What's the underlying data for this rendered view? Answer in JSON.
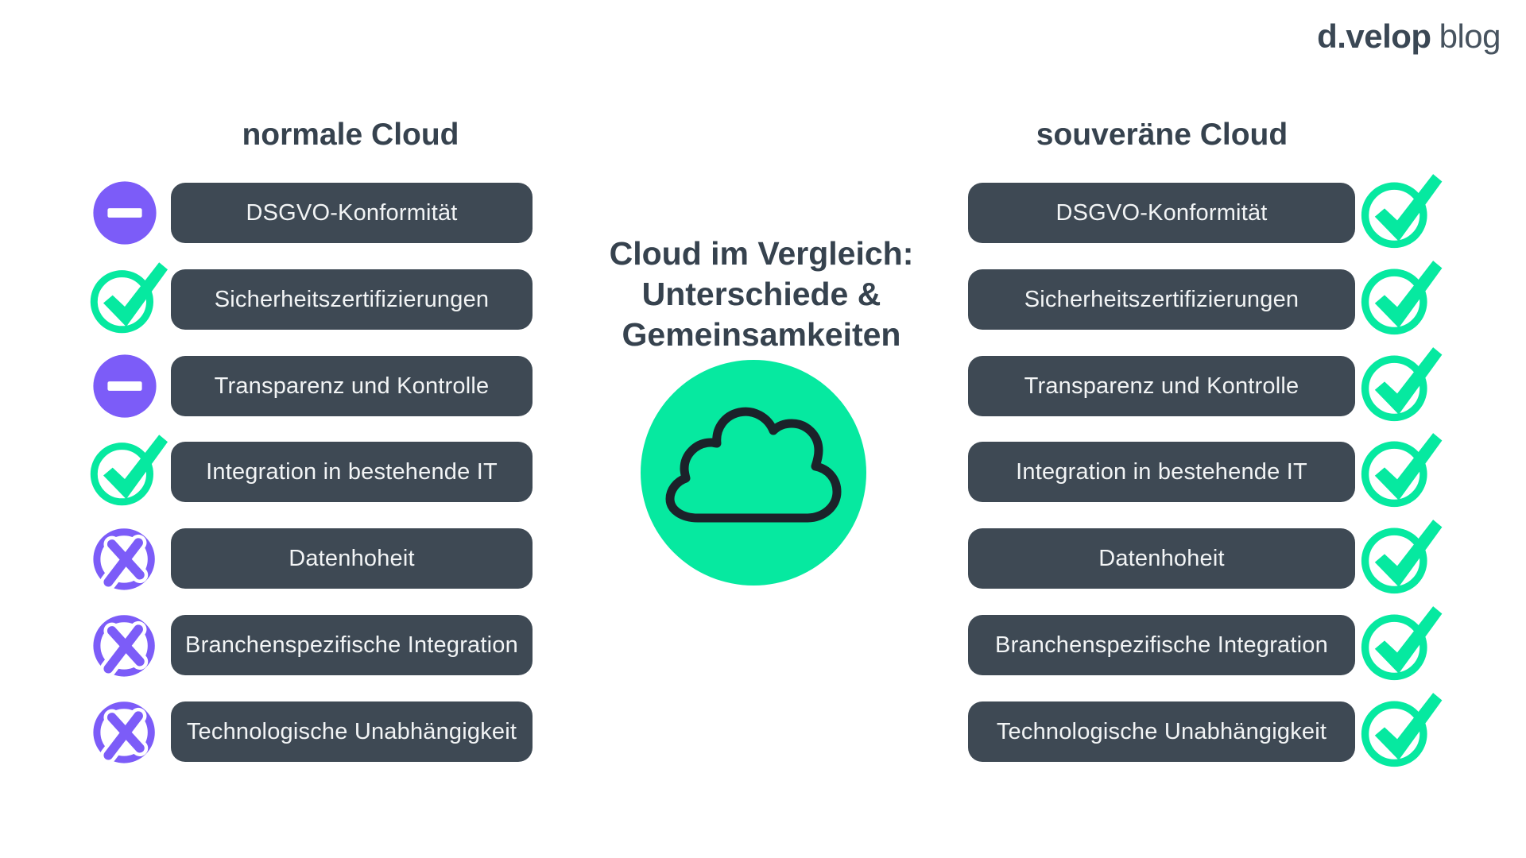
{
  "logo": {
    "brand": "d.velop",
    "suffix": "blog"
  },
  "title": {
    "lines": [
      "Cloud im Vergleich:",
      "Unterschiede &",
      "Gemeinsamkeiten"
    ]
  },
  "center_icon": "cloud-icon",
  "left_column": {
    "heading": "normale Cloud",
    "items": [
      {
        "label": "DSGVO-Konformität",
        "status": "minus"
      },
      {
        "label": "Sicherheitszertifizierungen",
        "status": "check"
      },
      {
        "label": "Transparenz und Kontrolle",
        "status": "minus"
      },
      {
        "label": "Integration in bestehende IT",
        "status": "check"
      },
      {
        "label": "Datenhoheit",
        "status": "cross"
      },
      {
        "label": "Branchenspezifische Integration",
        "status": "cross"
      },
      {
        "label": "Technologische Unabhängigkeit",
        "status": "cross"
      }
    ]
  },
  "right_column": {
    "heading": "souveräne Cloud",
    "items": [
      {
        "label": "DSGVO-Konformität",
        "status": "check"
      },
      {
        "label": "Sicherheitszertifizierungen",
        "status": "check"
      },
      {
        "label": "Transparenz und Kontrolle",
        "status": "check"
      },
      {
        "label": "Integration in bestehende IT",
        "status": "check"
      },
      {
        "label": "Datenhoheit",
        "status": "check"
      },
      {
        "label": "Branchenspezifische Integration",
        "status": "check"
      },
      {
        "label": "Technologische Unabhängigkeit",
        "status": "check"
      }
    ]
  },
  "colors": {
    "green": "#06E9A0",
    "purple": "#7C5CF8",
    "pill_background": "#3E4954",
    "heading_text": "#36424E",
    "pill_text": "#F2F4F5",
    "cloud_outline": "#1B222A"
  }
}
